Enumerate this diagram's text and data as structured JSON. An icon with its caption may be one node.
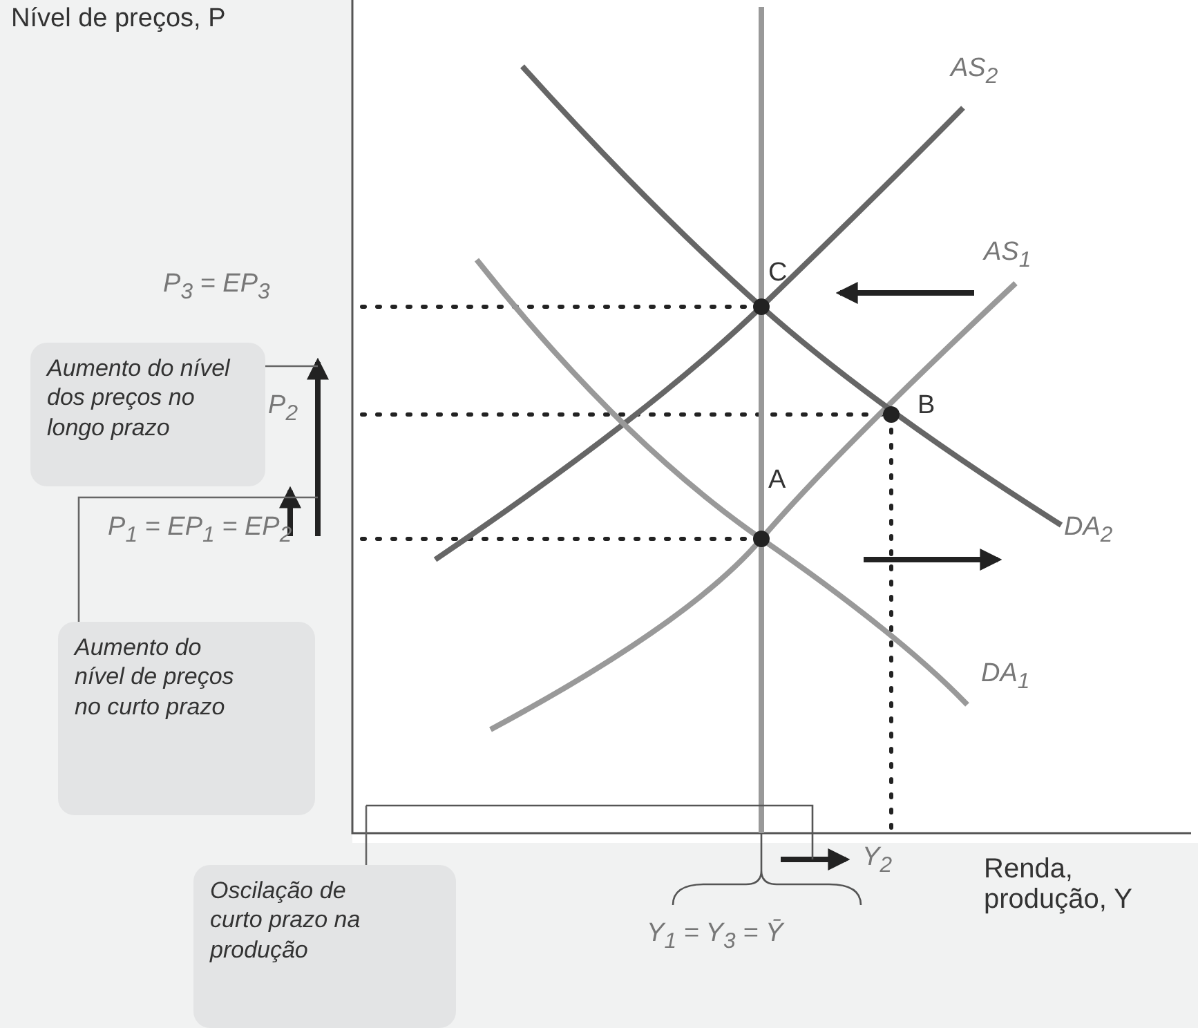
{
  "diagram": {
    "nodes": [
      {
        "text": [
          "Aumento do nível dos preços no longo prazo"
        ]
      },
      {
        "text": [
          "Aumento do nível de preços no curto prazo"
        ]
      },
      {
        "text": [
          "Oscilação de curto prazo na produção"
        ]
      }
    ],
    "edges": [
      {
        "from": 0,
        "to": null,
        "arrow": "none"
      },
      {
        "from": 1,
        "to": null,
        "arrow": "none"
      },
      {
        "from": 2,
        "to": null,
        "arrow": "none"
      }
    ],
    "labels": [
      "Nível de preços, P",
      "AS$_{2}$",
      "AS$_{1}$",
      "C",
      "P$_{3}$ = EP$_{3}$",
      "P$_{2}$",
      "B",
      "A",
      "P$_{1}$ = EP$_{1}$ = EP$_{2}$",
      "DA$_{2}$",
      "DA$_{1}$",
      "Y$_{2}$",
      "Renda, produção, Y",
      "Y$_{1}$ = Y$_{3}$ = Ȳ"
    ]
  }
}
